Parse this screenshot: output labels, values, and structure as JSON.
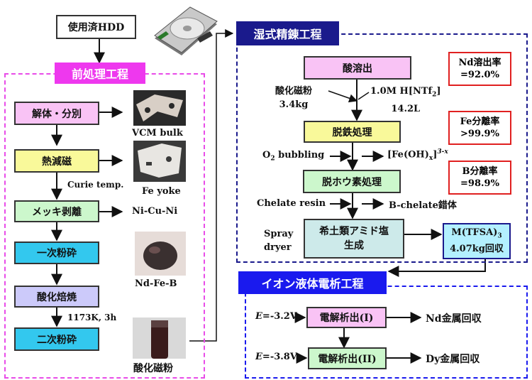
{
  "source": {
    "label": "使用済HDD"
  },
  "pre": {
    "title": "前処理工程",
    "steps": [
      "解体・分別",
      "熱減磁",
      "メッキ剥離",
      "一次粉砕",
      "酸化焙焼",
      "二次粉砕"
    ],
    "outputs": [
      "VCM bulk",
      "Fe yoke",
      "Ni-Cu-Ni",
      "Nd-Fe-B",
      "酸化磁粉"
    ],
    "curie": "Curie temp.",
    "roast_cond": "1173K, 3h"
  },
  "wet": {
    "title": "湿式精錬工程",
    "steps": [
      "酸溶出",
      "脱鉄処理",
      "脱ホウ素処理",
      "希土類アミド塩\n生成"
    ],
    "feed_left": "酸化磁粉\n3.4kg",
    "feed_right_1": "1.0M H[NTf",
    "feed_right_sub": "2",
    "feed_right_2": "]",
    "feed_right_line2": "14.2L",
    "o2_a": "O",
    "o2_sub": "2",
    "o2_b": " bubbling",
    "feoh_a": "[Fe(OH)",
    "feoh_sub": "x",
    "feoh_b": "]",
    "feoh_sup": "3-x",
    "chelate": "Chelate resin",
    "b_out": "B-chelate錯体",
    "spray": "Spray\ndryer",
    "tfsa_a": "M(TFSA)",
    "tfsa_sub": "3",
    "tfsa_line2": "4.07kg回収",
    "rates": [
      "Nd溶出率\n=92.0%",
      "Fe分離率\n>99.9%",
      "B分離率\n=98.9%"
    ]
  },
  "ionic": {
    "title": "イオン液体電析工程",
    "steps": [
      "電解析出(I)",
      "電解析出(II)"
    ],
    "e_sym": "E",
    "potentials": [
      "=-3.2V",
      "=-3.8V"
    ],
    "outputs": [
      "Nd金属回収",
      "Dy金属回収"
    ]
  },
  "colors": {
    "pink": "#f9c3f5",
    "green": "#ccf7cc",
    "yellow": "#f9f99a",
    "cyan": "#33c8ee",
    "lavender": "#cccafa",
    "light_cyan": "#cdeaea",
    "light_blue": "#b3f0ff",
    "pre_border": "#e84ce8",
    "wet_border": "#1a1a8c",
    "ionic_border": "#1a1aee",
    "red": "#e02020"
  }
}
